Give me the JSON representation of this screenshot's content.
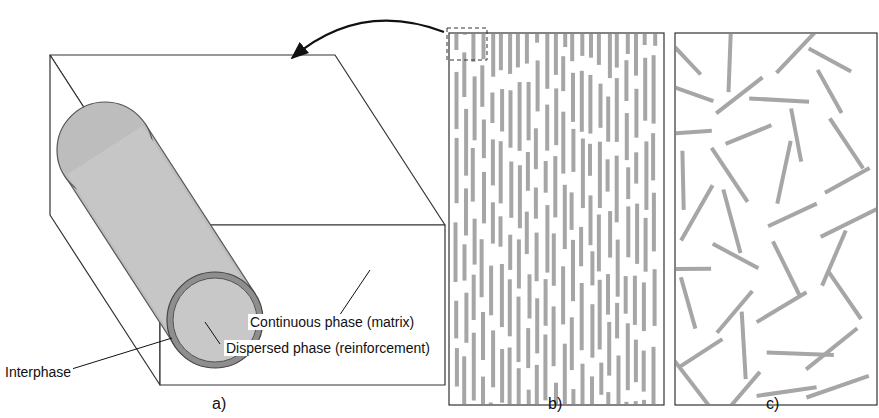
{
  "diagram": {
    "labels": [
      "Continuous phase (matrix)",
      "Dispersed phase (reinforcement)",
      "Interphase",
      "a)",
      "b)",
      "c)"
    ]
  }
}
